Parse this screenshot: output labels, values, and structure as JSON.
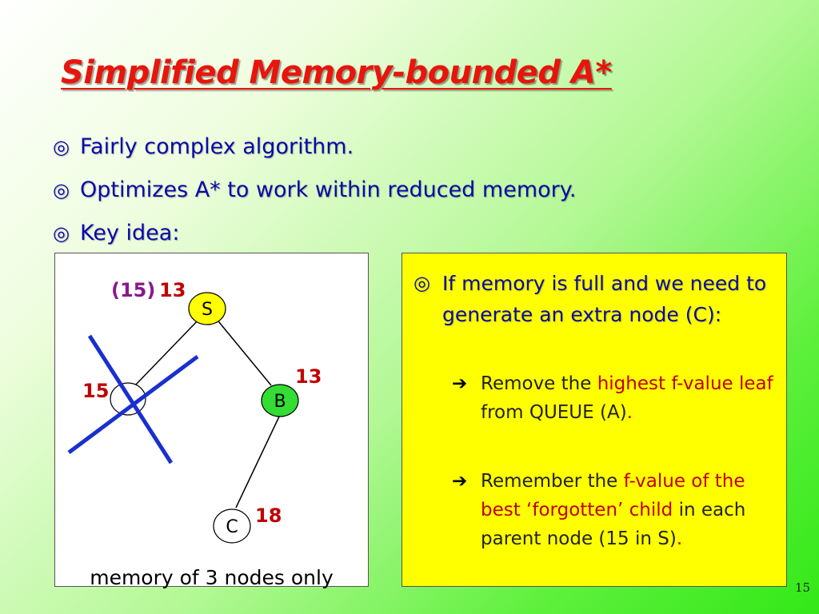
{
  "title": "Simplified Memory-bounded A*",
  "bullets": [
    "Fairly complex algorithm.",
    "Optimizes A* to work within reduced memory.",
    "Key idea:"
  ],
  "bullet_symbol": "◎",
  "diagram": {
    "nodes": {
      "s": "S",
      "b": "B",
      "c": "C"
    },
    "values": {
      "s_forgotten": "(15)",
      "s_f": "13",
      "removed_f": "15",
      "b_f": "13",
      "c_f": "18"
    },
    "caption": "memory of 3 nodes only",
    "colors": {
      "node_s": "#ffff00",
      "node_b": "#33dd33",
      "node_c": "#ffffff",
      "cross": "#1a2fd0"
    }
  },
  "note": {
    "main": "If memory is full and we need to generate an extra node (C):",
    "arrow_symbol": "➔",
    "sub1": {
      "p1": "Remove the ",
      "h1": "highest f-value leaf",
      "p2": " from QUEUE (A)",
      "p3": "."
    },
    "sub2": {
      "p1": "Remember the ",
      "h1": "f-value of the best ‘forgotten’ child",
      "p2": " in each parent node (15 in S)",
      "p3": "."
    }
  },
  "slide_number": "15",
  "colors": {
    "title": "#e8150c",
    "bullet_text": "#0a0aa8",
    "note_background": "#ffff00",
    "highlight": "#c00000"
  }
}
